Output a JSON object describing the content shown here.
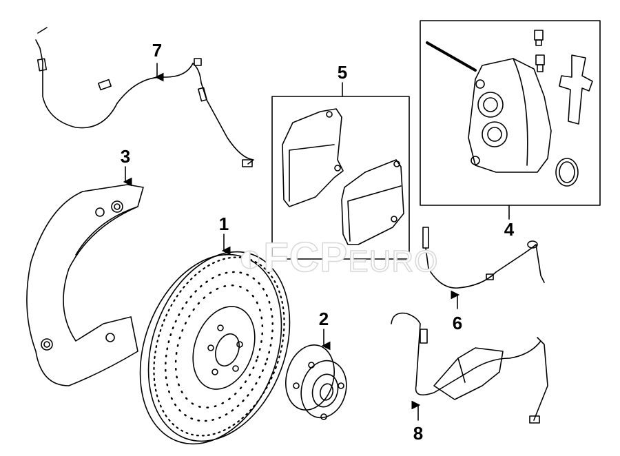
{
  "diagram": {
    "watermark": "FCPEURO",
    "callouts": [
      {
        "id": "1",
        "part": "brake-rotor"
      },
      {
        "id": "2",
        "part": "wheel-hub"
      },
      {
        "id": "3",
        "part": "dust-shield"
      },
      {
        "id": "4",
        "part": "brake-caliper"
      },
      {
        "id": "5",
        "part": "brake-pads"
      },
      {
        "id": "6",
        "part": "abs-sensor"
      },
      {
        "id": "7",
        "part": "pad-wear-sensor"
      },
      {
        "id": "8",
        "part": "abs-sensor-lead"
      }
    ]
  }
}
